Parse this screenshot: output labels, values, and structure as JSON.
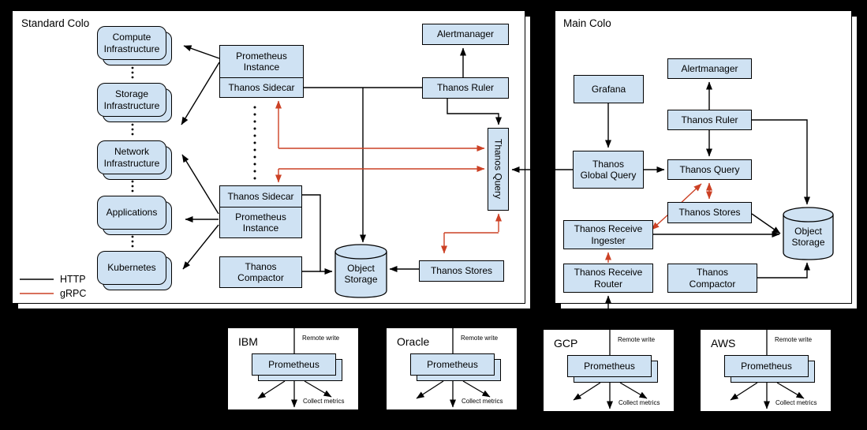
{
  "colors": {
    "box_fill": "#cfe2f3",
    "box_border": "#000000",
    "http_line": "#000000",
    "grpc_line": "#cc4125",
    "panel_bg": "#ffffff",
    "canvas_bg": "#000000"
  },
  "legend": {
    "http_label": "HTTP",
    "grpc_label": "gRPC"
  },
  "standard_colo": {
    "title": "Standard Colo",
    "infrastructure": [
      {
        "label": "Compute\nInfrastructure"
      },
      {
        "label": "Storage\nInfrastructure"
      },
      {
        "label": "Network\nInfrastructure"
      },
      {
        "label": "Applications"
      },
      {
        "label": "Kubernetes"
      }
    ],
    "prometheus_group_top": {
      "top": "Prometheus\nInstance",
      "bottom": "Thanos Sidecar"
    },
    "prometheus_group_bottom": {
      "top": "Thanos Sidecar",
      "bottom": "Prometheus\nInstance"
    },
    "thanos_compactor": "Thanos\nCompactor",
    "alertmanager": "Alertmanager",
    "thanos_ruler": "Thanos Ruler",
    "thanos_query": "Thanos Query",
    "thanos_stores": "Thanos Stores",
    "object_storage": "Object\nStorage"
  },
  "main_colo": {
    "title": "Main Colo",
    "grafana": "Grafana",
    "alertmanager": "Alertmanager",
    "thanos_ruler": "Thanos Ruler",
    "thanos_global_query": "Thanos\nGlobal Query",
    "thanos_query": "Thanos Query",
    "thanos_stores": "Thanos Stores",
    "thanos_receive_ingester": "Thanos Receive\nIngester",
    "thanos_receive_router": "Thanos Receive\nRouter",
    "thanos_compactor": "Thanos\nCompactor",
    "object_storage": "Object\nStorage"
  },
  "clouds": [
    {
      "name": "IBM",
      "prometheus": "Prometheus",
      "remote_write_label": "Remote write",
      "collect_metrics_label": "Collect metrics"
    },
    {
      "name": "Oracle",
      "prometheus": "Prometheus",
      "remote_write_label": "Remote write",
      "collect_metrics_label": "Collect metrics"
    },
    {
      "name": "GCP",
      "prometheus": "Prometheus",
      "remote_write_label": "Remote write",
      "collect_metrics_label": "Collect metrics"
    },
    {
      "name": "AWS",
      "prometheus": "Prometheus",
      "remote_write_label": "Remote write",
      "collect_metrics_label": "Collect metrics"
    }
  ]
}
